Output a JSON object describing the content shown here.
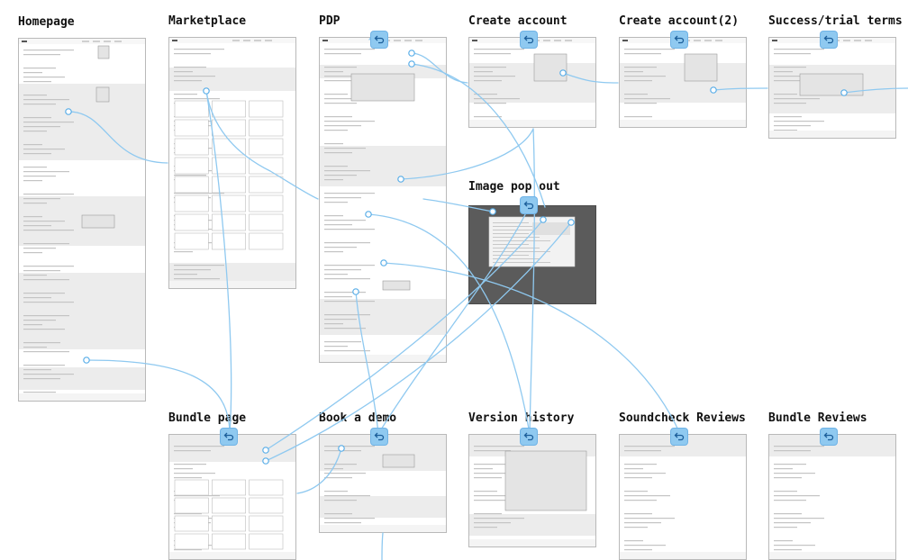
{
  "screens": [
    {
      "id": "homepage",
      "title": "Homepage"
    },
    {
      "id": "marketplace",
      "title": "Marketplace"
    },
    {
      "id": "pdp",
      "title": "PDP"
    },
    {
      "id": "create-account",
      "title": "Create account"
    },
    {
      "id": "create-account-2",
      "title": "Create account(2)"
    },
    {
      "id": "success-trial-terms",
      "title": "Success/trial terms"
    },
    {
      "id": "image-pop-out",
      "title": "Image pop out"
    },
    {
      "id": "bundle-page",
      "title": "Bundle page"
    },
    {
      "id": "book-a-demo",
      "title": "Book a demo"
    },
    {
      "id": "version-history",
      "title": "Version history"
    },
    {
      "id": "soundcheck-reviews",
      "title": "Soundcheck Reviews"
    },
    {
      "id": "bundle-reviews",
      "title": "Bundle Reviews"
    }
  ],
  "icons": {
    "back": "back-arrow-icon",
    "hotspot": "hotspot-dot-icon"
  },
  "colors": {
    "connector": "#8fc9f0",
    "hotspot": "#5aaee8",
    "band": "#ececec",
    "line": "#c4c4c4",
    "title": "#111111",
    "overlay": "#5b5b5b"
  }
}
